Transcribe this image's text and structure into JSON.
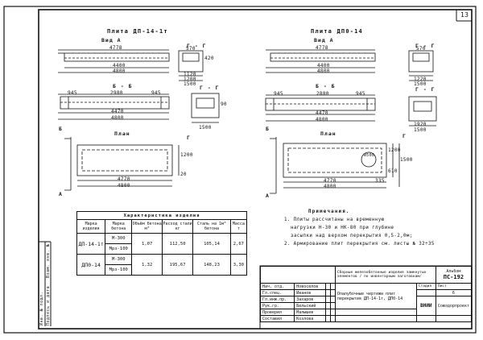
{
  "sheet": {
    "page_number": "13"
  },
  "left_panel": {
    "title": "Плита ДП-14-1т",
    "view_a": "Вид А",
    "section_gg": "Г - Г",
    "section_bb": "Б - Б",
    "plan": "План",
    "dims": {
      "top_overall": "4778",
      "top_inner": "4400",
      "top_bottom": "4800",
      "gg_width": "570",
      "gg_420": "420",
      "gg_1120": "1120",
      "gg_1200": "1200",
      "gg_1500": "1500",
      "bb_845_left": "945",
      "bb_mid": "2980",
      "bb_845_right": "945",
      "bb_4470": "4470",
      "bb_4800": "4800",
      "bb_90": "90",
      "bb_1500": "1500",
      "plan_4770": "4770",
      "plan_4800": "4800",
      "plan_1200": "1200",
      "plan_20": "20"
    },
    "markers": {
      "b": "Б",
      "a": "А",
      "g": "Г"
    }
  },
  "right_panel": {
    "title": "Плита ДП0-14",
    "view_a": "Вид А",
    "section_gg": "Г - Г",
    "section_bb": "Б - Б",
    "plan": "План",
    "dims": {
      "top_overall": "4778",
      "top_inner": "4400",
      "top_bottom": "4800",
      "gg_width": "570",
      "gg_1220": "1220",
      "gg_1500": "1500",
      "bb_945_left": "945",
      "bb_mid": "2880",
      "bb_945_right": "945",
      "bb_4470": "4470",
      "bb_4800": "4800",
      "bb_1920": "1920",
      "bb_1500": "1500",
      "plan_4770": "4770",
      "plan_4800": "4800",
      "plan_1200": "1200",
      "plan_1500": "1500",
      "plan_335": "335",
      "plan_610": "610",
      "hole_label": "Ø500"
    },
    "markers": {
      "b": "Б",
      "a": "А",
      "g": "Г"
    }
  },
  "char_table": {
    "caption": "Характеристика изделия",
    "headers": [
      "Марка изделия",
      "Марка бетона",
      "Объём бетона м³",
      "Расход стали кг",
      "Сталь на 1м³ бетона",
      "Масса т"
    ],
    "rows": [
      {
        "mark": "ДП-14-1т",
        "concrete": [
          "М-300",
          "Мрз-100"
        ],
        "volume": "1,07",
        "steel": "112,50",
        "steel_per_m3": "105,14",
        "mass": "2,67"
      },
      {
        "mark": "ДП0-14",
        "concrete": [
          "М-300",
          "Мрз-100"
        ],
        "volume": "1,32",
        "steel": "195,67",
        "steel_per_m3": "148,23",
        "mass": "3,30"
      }
    ]
  },
  "notes": {
    "heading": "Примечания.",
    "items": [
      "1. Плиты рассчитаны на временную",
      "нагрузки Н-30 и НК-80 при глубине",
      "засыпки над верхом перекрытия 0,5-2,0м;",
      "2. Армирование плит перекрытия см. листы № 32÷35"
    ]
  },
  "title_block": {
    "album_title": "Сборные железобетонные изделия замкнутых элементов / по инвентарным заготовкам/",
    "album_label": "Альбом",
    "album_code": "ПС-192",
    "drawing_title": "Опалубочные чертежи плит перекрытия ДП-14-1т, ДП0-14",
    "stage_label": "Стадия",
    "sheet_label": "Лист",
    "sheet_no": "6",
    "org": "ВНИИ",
    "org2": "Союздорпроект",
    "roles": [
      "Нач. отд.",
      "Гл.спец.",
      "Гл.инж.пр.",
      "Рук.гр.",
      "Проверил",
      "Составил"
    ],
    "names": [
      "Новоселов",
      "Иванов",
      "Захаров",
      "Бельский",
      "Малышев",
      "Козлова"
    ]
  },
  "side_strip": [
    "Инв. № подл.",
    "Подпись и дата",
    "Взам. инв. №"
  ]
}
